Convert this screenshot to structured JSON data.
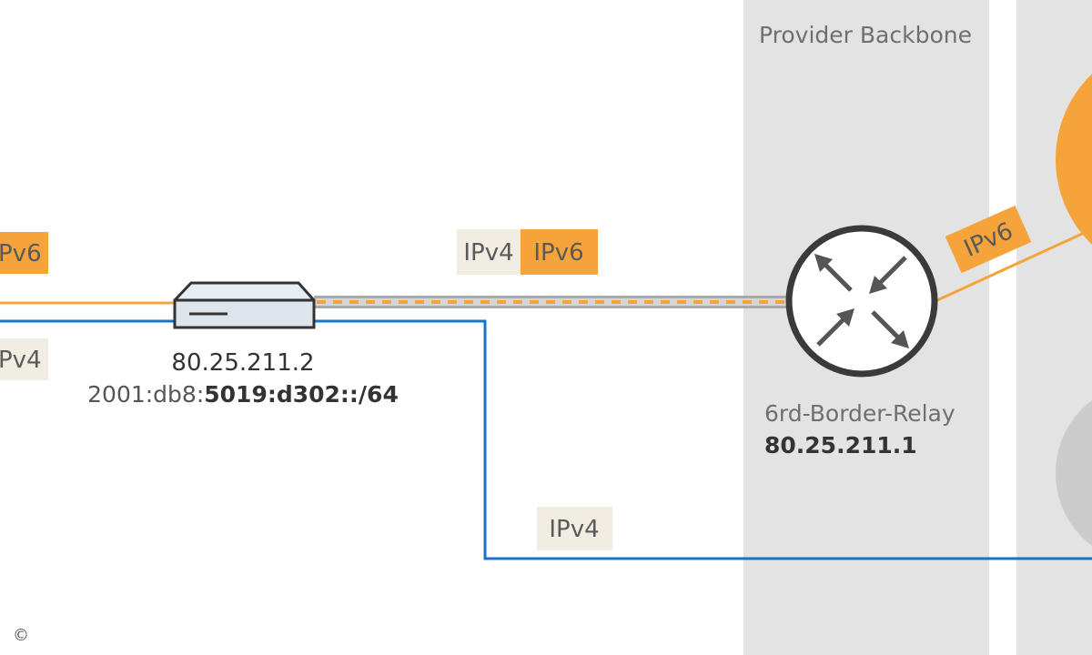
{
  "zones": {
    "provider_backbone": "Provider Backbone"
  },
  "badges": {
    "left_ipv6": "Pv6",
    "left_ipv4": "Pv4",
    "tunnel_ipv4": "IPv4",
    "tunnel_ipv6": "IPv6",
    "bottom_ipv4": "IPv4",
    "diagonal_ipv6": "IPv6"
  },
  "cpe": {
    "ipv4": "80.25.211.2",
    "ipv6_prefix_plain": "2001:db8:",
    "ipv6_prefix_bold": "5019:d302::/64"
  },
  "relay": {
    "name": "6rd-Border-Relay",
    "ipv4": "80.25.211.1"
  },
  "copyright": "©",
  "colors": {
    "ipv6": "#f4a43a",
    "ipv4": "#1a73c8",
    "zone": "#e3e3e3",
    "badge_bg": "#f1ede2",
    "tunnel": "#a8a8a8",
    "router_stroke": "#3a3a3a",
    "text": "#6f6f6f"
  }
}
